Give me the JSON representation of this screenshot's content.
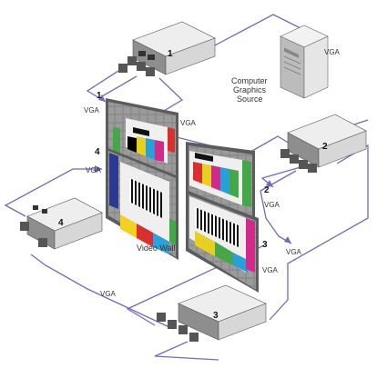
{
  "diagram": {
    "caption": "Video Wall",
    "source_label": [
      "Computer",
      "Graphics",
      "Source"
    ],
    "cable_type": "VGA",
    "devices": [
      {
        "id": "1",
        "label": "1"
      },
      {
        "id": "2",
        "label": "2"
      },
      {
        "id": "3",
        "label": "3"
      },
      {
        "id": "4",
        "label": "4"
      }
    ],
    "screens": [
      {
        "id": "1",
        "label": "1"
      },
      {
        "id": "2",
        "label": "2"
      },
      {
        "id": "3",
        "label": "3"
      },
      {
        "id": "4",
        "label": "4"
      }
    ],
    "colors": {
      "cable": "#7a68b8",
      "device_body": "#d7d7d7",
      "device_top": "#eeeeee",
      "device_side": "#8e8e8e",
      "screen_grid": "#7e7e7e",
      "pc_tower": "#e6e6e6"
    }
  }
}
